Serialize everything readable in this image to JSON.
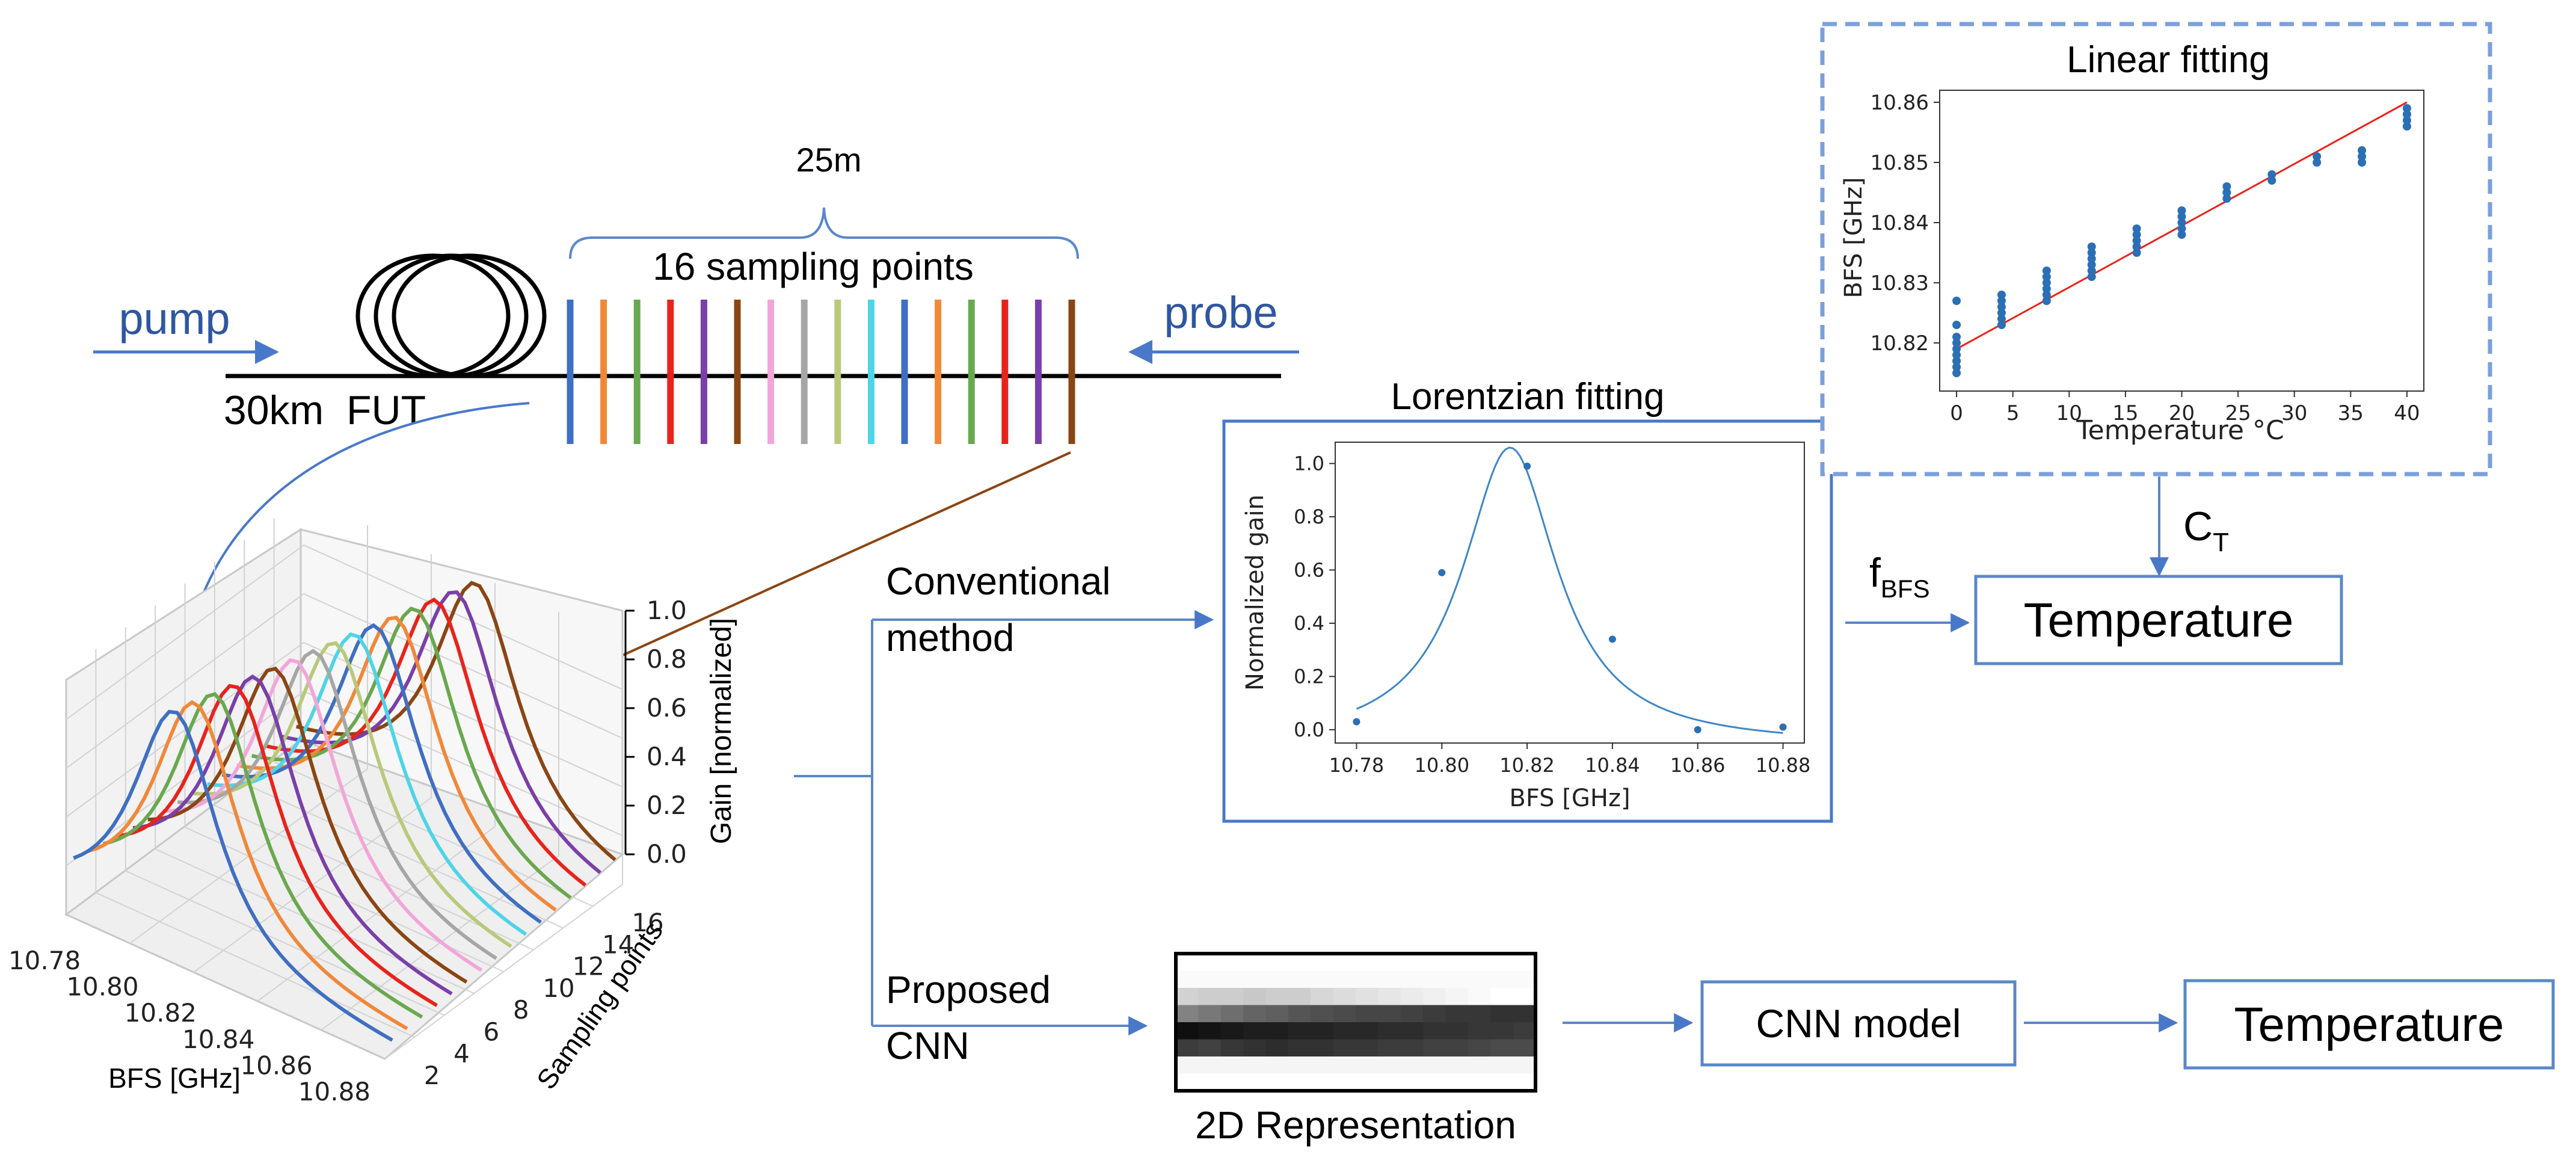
{
  "setup": {
    "pump_label": "pump",
    "probe_label": "probe",
    "fiber_label": "30km  FUT",
    "span_label": "25m",
    "sampling_label": "16 sampling points",
    "sampling_colors": [
      "#3f6fc2",
      "#f0883a",
      "#6aa84f",
      "#e8231c",
      "#7a3fa8",
      "#8b4513",
      "#f2a6d8",
      "#a6a6a6",
      "#b9c97a",
      "#4fd4e6",
      "#3f6fc2",
      "#f0883a",
      "#6aa84f",
      "#e8231c",
      "#7a3fa8",
      "#8b4513"
    ]
  },
  "plot3d": {
    "x_label": "BFS [GHz]",
    "y_label": "Sampling points",
    "z_label": "Gain [normalized]",
    "x_ticks": [
      "10.78",
      "10.80",
      "10.82",
      "10.84",
      "10.86",
      "10.88"
    ],
    "y_ticks": [
      "2",
      "4",
      "6",
      "8",
      "10",
      "12",
      "14",
      "16"
    ],
    "z_ticks": [
      "0.0",
      "0.2",
      "0.4",
      "0.6",
      "0.8",
      "1.0"
    ]
  },
  "branches": {
    "conventional_line1": "Conventional",
    "conventional_line2": "method",
    "proposed_line1": "Proposed",
    "proposed_line2": "CNN"
  },
  "lorentz": {
    "title": "Lorentzian fitting",
    "xlabel": "BFS [GHz]",
    "ylabel": "Normalized gain",
    "x_ticks": [
      "10.78",
      "10.80",
      "10.82",
      "10.84",
      "10.86",
      "10.88"
    ],
    "y_ticks": [
      "0.0",
      "0.2",
      "0.4",
      "0.6",
      "0.8",
      "1.0"
    ]
  },
  "linear": {
    "title": "Linear fitting",
    "xlabel": "Temperature °C",
    "ylabel": "BFS [GHz]",
    "x_ticks": [
      "0",
      "5",
      "10",
      "15",
      "20",
      "25",
      "30",
      "35",
      "40"
    ],
    "y_ticks": [
      "10.82",
      "10.83",
      "10.84",
      "10.85",
      "10.86"
    ]
  },
  "flow": {
    "f_label": "f",
    "f_sub": "BFS",
    "c_label": "C",
    "c_sub": "T",
    "temperature_top": "Temperature",
    "representation_label": "2D Representation",
    "cnn_label": "CNN model",
    "temperature_bottom": "Temperature"
  },
  "chart_data": [
    {
      "type": "line",
      "title": "Lorentzian fitting",
      "xlabel": "BFS [GHz]",
      "ylabel": "Normalized gain",
      "xlim": [
        10.775,
        10.885
      ],
      "ylim": [
        -0.05,
        1.08
      ],
      "series": [
        {
          "kind": "scatter",
          "x": [
            10.78,
            10.8,
            10.82,
            10.84,
            10.86,
            10.88
          ],
          "y": [
            0.03,
            0.59,
            0.99,
            0.34,
            0.0,
            0.01
          ]
        },
        {
          "kind": "fit",
          "center": 10.816,
          "hwhm": 0.0135,
          "amplitude": 1.12,
          "offset": -0.06
        }
      ]
    },
    {
      "type": "scatter",
      "title": "Linear fitting",
      "xlabel": "Temperature °C",
      "ylabel": "BFS [GHz]",
      "xlim": [
        -1.5,
        41.5
      ],
      "ylim": [
        10.812,
        10.862
      ],
      "series": [
        {
          "kind": "scatter",
          "x": [
            0,
            0,
            0,
            0,
            0,
            0,
            0,
            0,
            0,
            4,
            4,
            4,
            4,
            4,
            4,
            8,
            8,
            8,
            8,
            8,
            8,
            12,
            12,
            12,
            12,
            12,
            12,
            16,
            16,
            16,
            16,
            16,
            20,
            20,
            20,
            20,
            20,
            24,
            24,
            24,
            28,
            28,
            32,
            32,
            36,
            36,
            36,
            40,
            40,
            40,
            40
          ],
          "y": [
            10.827,
            10.823,
            10.821,
            10.82,
            10.819,
            10.818,
            10.817,
            10.816,
            10.815,
            10.828,
            10.827,
            10.826,
            10.825,
            10.824,
            10.823,
            10.832,
            10.831,
            10.83,
            10.829,
            10.828,
            10.827,
            10.836,
            10.835,
            10.834,
            10.833,
            10.832,
            10.831,
            10.839,
            10.838,
            10.837,
            10.836,
            10.835,
            10.842,
            10.841,
            10.84,
            10.839,
            10.838,
            10.846,
            10.845,
            10.844,
            10.848,
            10.847,
            10.851,
            10.85,
            10.852,
            10.851,
            10.85,
            10.859,
            10.858,
            10.857,
            10.856
          ]
        },
        {
          "kind": "fit",
          "x": [
            0,
            40
          ],
          "y": [
            10.819,
            10.86
          ],
          "color": "#e8231c"
        }
      ]
    }
  ]
}
